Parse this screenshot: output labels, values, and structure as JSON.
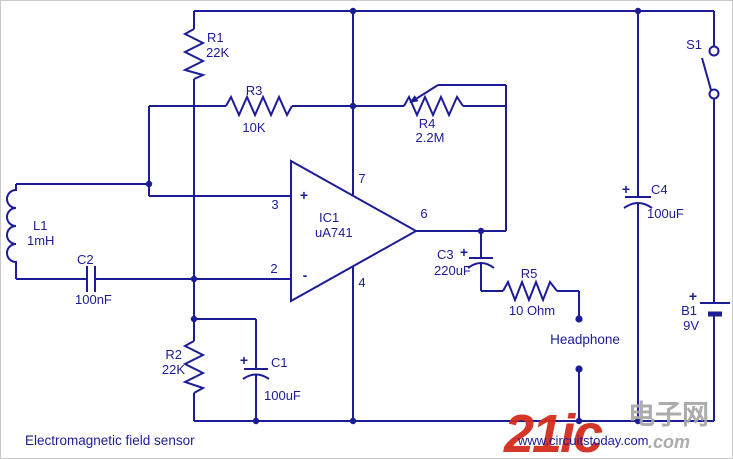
{
  "colors": {
    "line": "#1c1c96",
    "background": "#ffffff",
    "watermark_red": "#d22c1c",
    "watermark_gray": "#a8a8a8"
  },
  "footer": {
    "caption": "Electromagnetic field sensor",
    "website": "www.circuitstoday.com"
  },
  "watermark": {
    "brand": "21ic",
    "cjk": "电子网",
    "suffix": ".com"
  },
  "ic1": {
    "ref": "IC1",
    "part": "uA741",
    "pin_noninv": "3",
    "pin_inv": "2",
    "pin_vplus": "7",
    "pin_vminus": "4",
    "pin_out": "6",
    "plus": "+",
    "minus": "-"
  },
  "r1": {
    "ref": "R1",
    "value": "22K"
  },
  "r2": {
    "ref": "R2",
    "value": "22K"
  },
  "r3": {
    "ref": "R3",
    "value": "10K"
  },
  "r4": {
    "ref": "R4",
    "value": "2.2M"
  },
  "r5": {
    "ref": "R5",
    "value": "10 Ohm"
  },
  "c1": {
    "ref": "C1",
    "value": "100uF",
    "plus": "+"
  },
  "c2": {
    "ref": "C2",
    "value": "100nF"
  },
  "c3": {
    "ref": "C3",
    "value": "220uF",
    "plus": "+"
  },
  "c4": {
    "ref": "C4",
    "value": "100uF",
    "plus": "+"
  },
  "l1": {
    "ref": "L1",
    "value": "1mH"
  },
  "b1": {
    "ref": "B1",
    "value": "9V",
    "plus": "+"
  },
  "s1": {
    "ref": "S1"
  },
  "headphone": {
    "label": "Headphone"
  }
}
